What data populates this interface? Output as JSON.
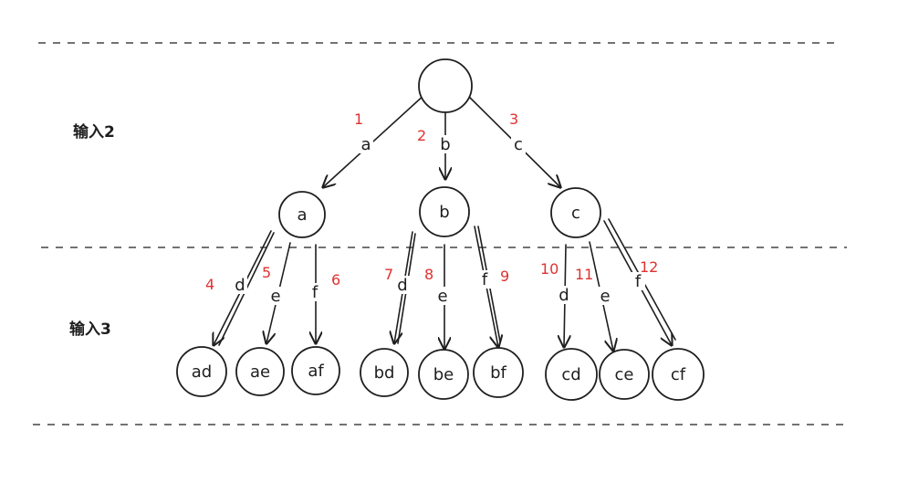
{
  "levels": {
    "input2_label": "输入2",
    "input3_label": "输入3"
  },
  "nodes": {
    "root": "",
    "level1": [
      "a",
      "b",
      "c"
    ],
    "level2": [
      "ad",
      "ae",
      "af",
      "bd",
      "be",
      "bf",
      "cd",
      "ce",
      "cf"
    ]
  },
  "edges": [
    {
      "step": "1",
      "label": "a"
    },
    {
      "step": "2",
      "label": "b"
    },
    {
      "step": "3",
      "label": "c"
    },
    {
      "step": "4",
      "label": "d"
    },
    {
      "step": "5",
      "label": "e"
    },
    {
      "step": "6",
      "label": "f"
    },
    {
      "step": "7",
      "label": "d"
    },
    {
      "step": "8",
      "label": "e"
    },
    {
      "step": "9",
      "label": "f"
    },
    {
      "step": "10",
      "label": "d"
    },
    {
      "step": "11",
      "label": "e"
    },
    {
      "step": "12",
      "label": "f"
    }
  ],
  "colors": {
    "ink": "#1e1e1e",
    "step_number": "#e03131",
    "background": "#ffffff"
  }
}
